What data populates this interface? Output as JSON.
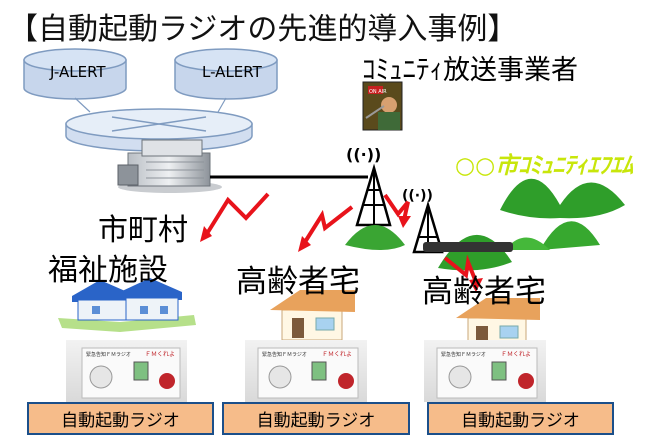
{
  "title": "【自動起動ラジオの先進的導入事例】",
  "alerts": [
    "J-ALERT",
    "L-ALERT"
  ],
  "broadcaster": "ｺﾐｭﾆﾃｨ放送事業者",
  "station_name": "○○市ｺﾐｭﾆﾃｨｴﾌｴﾑ",
  "onair_sign": "ON AIR",
  "municipality": "市町村",
  "facilities": [
    "福祉施設",
    "高齢者宅",
    "高齢者宅"
  ],
  "radio_label": "自動起動ラジオ",
  "radios": [
    {
      "brand": "緊急告知ＦＭラジオ",
      "fm": "ＦＭくれよ"
    },
    {
      "brand": "緊急告知ＦＭラジオ",
      "fm": "ＦＭくれよ"
    },
    {
      "brand": "緊急告知ＦＭラジオ",
      "fm": "ＦＭくれよ"
    }
  ],
  "colors": {
    "disk_fill": "#d6e3f4",
    "disk_stroke": "#7f9bc0",
    "bolt": "#e8131b",
    "label_box": "#f6bc8a",
    "label_border": "#1b4f8a",
    "mountain": "#2f9e2a",
    "station_text": "#c8e60a"
  }
}
